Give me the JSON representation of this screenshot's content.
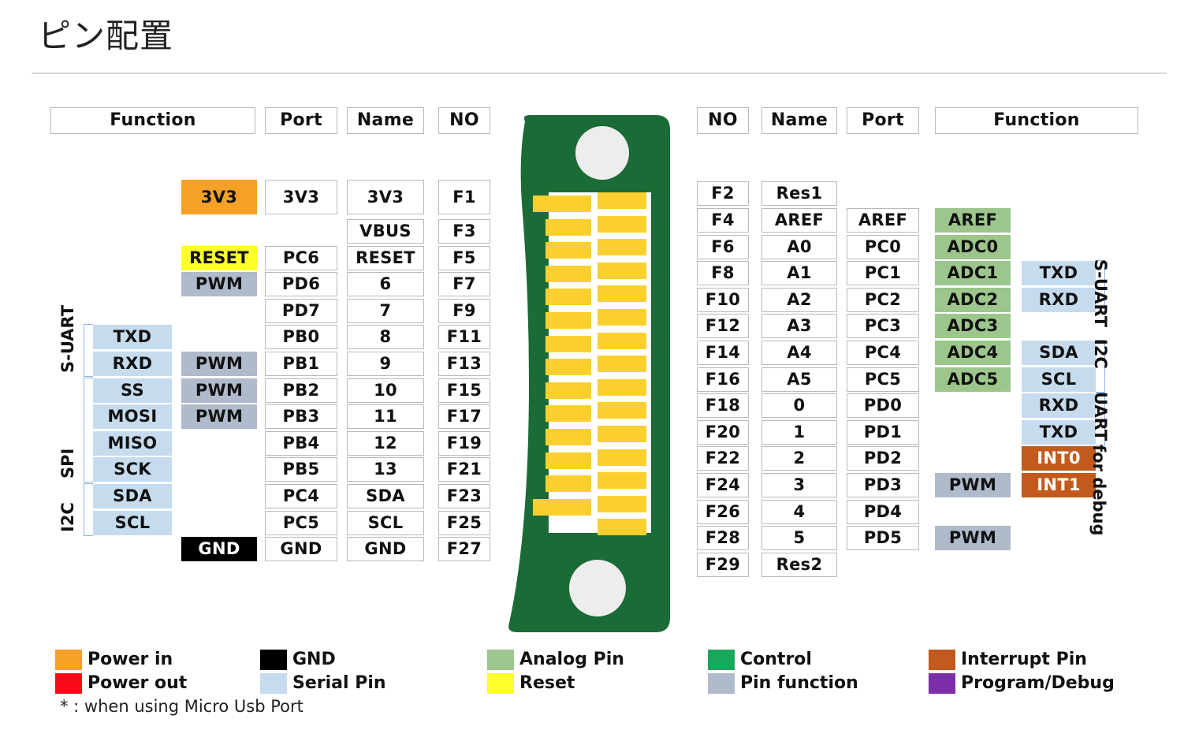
{
  "page": {
    "title": "ピン配置",
    "footnote": "* : when using Micro Usb Port"
  },
  "left_table": {
    "headers": [
      "Function",
      "Port",
      "Name",
      "NO"
    ],
    "rows": [
      {
        "no": "F1",
        "name": "3V3",
        "port": "3V3",
        "func": "3V3",
        "func_style": "power-in",
        "func2": "",
        "serial": ""
      },
      {
        "no": "F3",
        "name": "VBUS",
        "port": "",
        "func": "",
        "func_style": "",
        "func2": "",
        "serial": ""
      },
      {
        "no": "F5",
        "name": "RESET",
        "port": "PC6",
        "func": "RESET",
        "func_style": "reset",
        "func2": "",
        "serial": ""
      },
      {
        "no": "F7",
        "name": "6",
        "port": "PD6",
        "func": "PWM",
        "func_style": "pinfunc",
        "func2": "",
        "serial": ""
      },
      {
        "no": "F9",
        "name": "7",
        "port": "PD7",
        "func": "",
        "func_style": "",
        "func2": "",
        "serial": ""
      },
      {
        "no": "F11",
        "name": "8",
        "port": "PB0",
        "func": "",
        "func_style": "",
        "func2": "",
        "serial": "TXD"
      },
      {
        "no": "F13",
        "name": "9",
        "port": "PB1",
        "func": "PWM",
        "func_style": "pinfunc",
        "func2": "",
        "serial": "RXD"
      },
      {
        "no": "F15",
        "name": "10",
        "port": "PB2",
        "func": "PWM",
        "func_style": "pinfunc",
        "func2": "",
        "serial": "SS"
      },
      {
        "no": "F17",
        "name": "11",
        "port": "PB3",
        "func": "PWM",
        "func_style": "pinfunc",
        "func2": "",
        "serial": "MOSI"
      },
      {
        "no": "F19",
        "name": "12",
        "port": "PB4",
        "func": "",
        "func_style": "",
        "func2": "",
        "serial": "MISO"
      },
      {
        "no": "F21",
        "name": "13",
        "port": "PB5",
        "func": "",
        "func_style": "",
        "func2": "",
        "serial": "SCK"
      },
      {
        "no": "F23",
        "name": "SDA",
        "port": "PC4",
        "func": "",
        "func_style": "",
        "func2": "",
        "serial": "SDA"
      },
      {
        "no": "F25",
        "name": "SCL",
        "port": "PC5",
        "func": "",
        "func_style": "",
        "func2": "",
        "serial": "SCL"
      },
      {
        "no": "F27",
        "name": "GND",
        "port": "GND",
        "func": "GND",
        "func_style": "gnd",
        "func2": "",
        "serial": ""
      }
    ],
    "groups": [
      {
        "label": "S-UART",
        "from": 5,
        "to": 6
      },
      {
        "label": "SPI",
        "from": 7,
        "to": 10
      },
      {
        "label": "I2C",
        "from": 11,
        "to": 12
      }
    ]
  },
  "right_table": {
    "headers": [
      "NO",
      "Name",
      "Port",
      "Function"
    ],
    "rows": [
      {
        "no": "F2",
        "name": "Res1",
        "port": "",
        "func": "",
        "func_style": "",
        "serial": "",
        "serial_style": ""
      },
      {
        "no": "F4",
        "name": "AREF",
        "port": "AREF",
        "func": "AREF",
        "func_style": "analog",
        "serial": "",
        "serial_style": ""
      },
      {
        "no": "F6",
        "name": "A0",
        "port": "PC0",
        "func": "ADC0",
        "func_style": "analog",
        "serial": "",
        "serial_style": ""
      },
      {
        "no": "F8",
        "name": "A1",
        "port": "PC1",
        "func": "ADC1",
        "func_style": "analog",
        "serial": "TXD",
        "serial_style": "serial"
      },
      {
        "no": "F10",
        "name": "A2",
        "port": "PC2",
        "func": "ADC2",
        "func_style": "analog",
        "serial": "RXD",
        "serial_style": "serial"
      },
      {
        "no": "F12",
        "name": "A3",
        "port": "PC3",
        "func": "ADC3",
        "func_style": "analog",
        "serial": "",
        "serial_style": ""
      },
      {
        "no": "F14",
        "name": "A4",
        "port": "PC4",
        "func": "ADC4",
        "func_style": "analog",
        "serial": "SDA",
        "serial_style": "serial"
      },
      {
        "no": "F16",
        "name": "A5",
        "port": "PC5",
        "func": "ADC5",
        "func_style": "analog",
        "serial": "SCL",
        "serial_style": "serial"
      },
      {
        "no": "F18",
        "name": "0",
        "port": "PD0",
        "func": "",
        "func_style": "",
        "serial": "RXD",
        "serial_style": "serial"
      },
      {
        "no": "F20",
        "name": "1",
        "port": "PD1",
        "func": "",
        "func_style": "",
        "serial": "TXD",
        "serial_style": "serial"
      },
      {
        "no": "F22",
        "name": "2",
        "port": "PD2",
        "func": "",
        "func_style": "",
        "serial": "INT0",
        "serial_style": "interrupt"
      },
      {
        "no": "F24",
        "name": "3",
        "port": "PD3",
        "func": "PWM",
        "func_style": "pinfunc",
        "serial": "INT1",
        "serial_style": "interrupt"
      },
      {
        "no": "F26",
        "name": "4",
        "port": "PD4",
        "func": "",
        "func_style": "",
        "serial": "",
        "serial_style": ""
      },
      {
        "no": "F28",
        "name": "5",
        "port": "PD5",
        "func": "PWM",
        "func_style": "pinfunc",
        "serial": "",
        "serial_style": ""
      },
      {
        "no": "F29",
        "name": "Res2",
        "port": "",
        "func": "",
        "func_style": "",
        "serial": "",
        "serial_style": ""
      }
    ],
    "groups": [
      {
        "label": "S-UART",
        "from": 3,
        "to": 4
      },
      {
        "label": "I2C",
        "from": 6,
        "to": 7
      },
      {
        "label": "UART",
        "from": 8,
        "to": 9
      },
      {
        "label": "for debug",
        "from": 10,
        "to": 11
      }
    ]
  },
  "board": {
    "name": "pcb-board",
    "board_color": "#1B6B36",
    "pad_color": "#FBD02E",
    "hole_color": "#EDEDED",
    "pad_count_left": 14,
    "pad_count_right": 15
  },
  "legend": {
    "items": [
      {
        "label": "Power in",
        "color": "#F5A127",
        "swatch": "sw-power-in",
        "col": 0,
        "row": 0
      },
      {
        "label": "Power out",
        "color": "#FB0A17",
        "swatch": "sw-power-out",
        "col": 0,
        "row": 1
      },
      {
        "label": "GND",
        "color": "#000000",
        "swatch": "sw-gnd",
        "col": 1,
        "row": 0
      },
      {
        "label": "Serial Pin",
        "color": "#C6DCEE",
        "swatch": "sw-serial",
        "col": 1,
        "row": 1
      },
      {
        "label": "Analog Pin",
        "color": "#9CC68B",
        "swatch": "sw-analog",
        "col": 2,
        "row": 0
      },
      {
        "label": "Reset",
        "color": "#FFFF2B",
        "swatch": "sw-reset",
        "col": 2,
        "row": 1
      },
      {
        "label": "Control",
        "color": "#18A85B",
        "swatch": "sw-control",
        "col": 3,
        "row": 0
      },
      {
        "label": "Pin function",
        "color": "#AFBACB",
        "swatch": "sw-pinfunc",
        "col": 3,
        "row": 1
      },
      {
        "label": "Interrupt Pin",
        "color": "#C25A1D",
        "swatch": "sw-interrupt",
        "col": 4,
        "row": 0
      },
      {
        "label": "Program/Debug",
        "color": "#7B2FA8",
        "swatch": "sw-progdebug",
        "col": 4,
        "row": 1
      }
    ]
  }
}
